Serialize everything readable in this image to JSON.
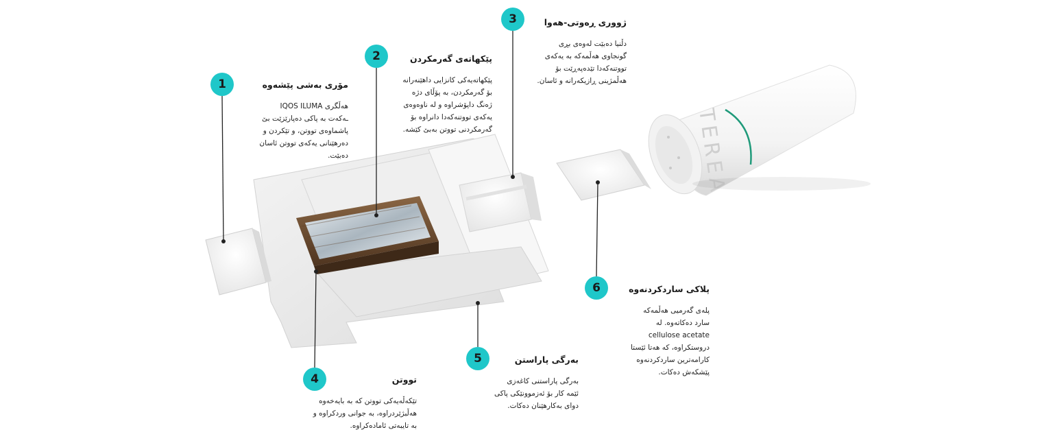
{
  "colors": {
    "badge": "#1fc7c9",
    "connector": "#222222",
    "tube_stripe": "#1f9a7a",
    "tobacco": "#6b4a2f",
    "foil": "#c9d3da"
  },
  "product_label": "TEREA",
  "callouts": [
    {
      "number": "1",
      "title": "مۆری بەشی پێشەوە",
      "text": "هەڵگری IQOS ILUMA\nـەکەت بە پاکی دەپارێزێت بێ\nپاشماوەی تووتن، و تێکردن و\nدەرهێنانی یەکەی تووتن ئاسان\nدەبێت."
    },
    {
      "number": "2",
      "title": "پێکهاتەی گەرمکردن",
      "text": "پێکهاتەیەکی کانزایی داهێنەرانە\nبۆ گەرمکردن، بە پۆڵای دژە\nژەنگ داپۆشراوە و لە ناوەوەی\nیەکەی تووتنەکەدا دانراوە بۆ\nگەرمکردنی تووتن بەبێ کێشە."
    },
    {
      "number": "3",
      "title": "ژووری ڕەوتی-هەوا",
      "text": "دڵنیا دەبێت لەوەی بڕی\nگونجاوی هەڵمەکە بە یەکەی\nتووتنەکەدا تێدەپەڕێت بۆ\nهەڵمژینی ڕازیکەرانە و ئاسان."
    },
    {
      "number": "4",
      "title": "تووتن",
      "text": "تێکەڵەیەکی تووتن کە بە بایەخەوە\nهەڵبژێردراوە، بە جوانی وردکراوە و\nبە تایبەتی ئامادەکراوە."
    },
    {
      "number": "5",
      "title": "بەرگی پاراستن",
      "text": "بەرگی پاراستنی کاغەزی\nئێمە کار بۆ ئەزموونێکی پاکی\nدوای بەکارهێنان دەکات."
    },
    {
      "number": "6",
      "title": "پلاکی ساردکردنەوە",
      "text": "پلەی گەرمیی هەڵمەکە\nسارد دەکاتەوە. لە\ncellulose acetate\nدروستکراوە، کە هەتا ئێستا\nکارامەترین ساردکردنەوە\nپێشکەش دەکات."
    }
  ]
}
